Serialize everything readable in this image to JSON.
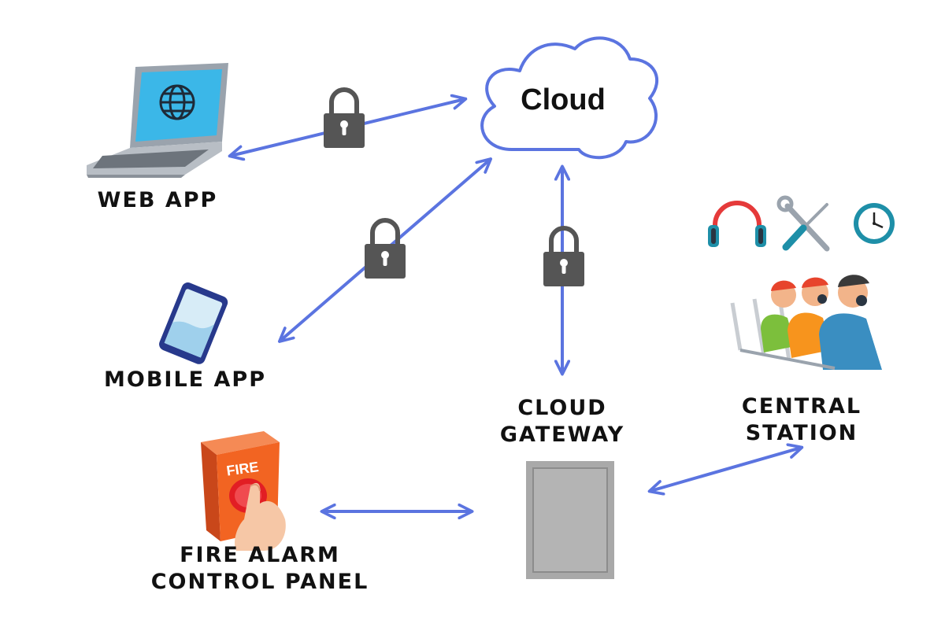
{
  "diagram": {
    "cloud": {
      "label": "Cloud"
    },
    "nodes": {
      "web_app": {
        "label": "WEB APP"
      },
      "mobile_app": {
        "label": "MOBILE APP"
      },
      "cloud_gateway": {
        "line1": "CLOUD",
        "line2": "GATEWAY"
      },
      "central_station": {
        "line1": "CENTRAL",
        "line2": "STATION"
      },
      "fire_alarm_panel": {
        "line1": "FIRE ALARM",
        "line2": "CONTROL PANEL"
      }
    },
    "fire_button_text": "FIRE",
    "connections": [
      {
        "from": "cloud",
        "to": "web_app",
        "secured": true
      },
      {
        "from": "cloud",
        "to": "mobile_app",
        "secured": true
      },
      {
        "from": "cloud",
        "to": "cloud_gateway",
        "secured": true
      },
      {
        "from": "cloud_gateway",
        "to": "central_station",
        "secured": false
      },
      {
        "from": "fire_alarm_panel",
        "to": "cloud_gateway",
        "secured": false
      }
    ],
    "colors": {
      "arrow": "#5b74e0",
      "cloud_stroke": "#5b74e0",
      "lock": "#555555",
      "gateway_box": "#a9a9a9",
      "fire_panel": "#f26422"
    },
    "icons": [
      "laptop-icon",
      "globe-icon",
      "smartphone-icon",
      "lock-icon",
      "headphones-icon",
      "wrench-screwdriver-icon",
      "clock-icon",
      "operators-icon",
      "fire-alarm-button-icon"
    ]
  }
}
